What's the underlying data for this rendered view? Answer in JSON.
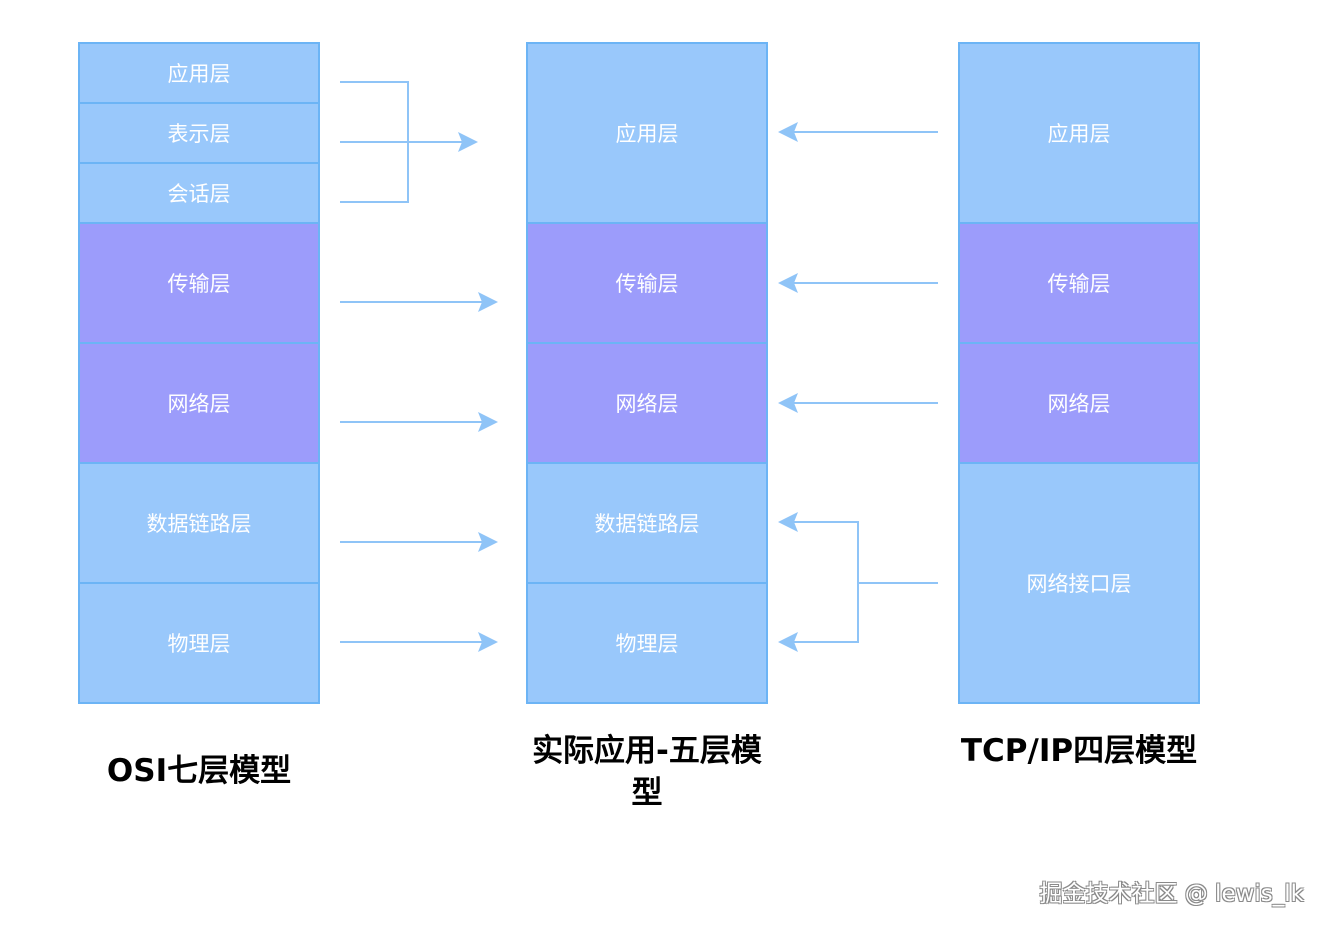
{
  "osi_model": {
    "caption": "OSI七层模型",
    "layers": [
      "应用层",
      "表示层",
      "会话层",
      "传输层",
      "网络层",
      "数据链路层",
      "物理层"
    ]
  },
  "five_layer_model": {
    "caption": "实际应用-五层模型",
    "layers": [
      "应用层",
      "传输层",
      "网络层",
      "数据链路层",
      "物理层"
    ]
  },
  "tcpip_model": {
    "caption": "TCP/IP四层模型",
    "layers": [
      "应用层",
      "传输层",
      "网络层",
      "网络接口层"
    ]
  },
  "colors": {
    "blue_layer": "#99c8fb",
    "purple_layer": "#9c9cfb",
    "border": "#6cb4f5",
    "arrow": "#8fc4f7"
  },
  "watermark": "掘金技术社区 @ lewis_lk"
}
